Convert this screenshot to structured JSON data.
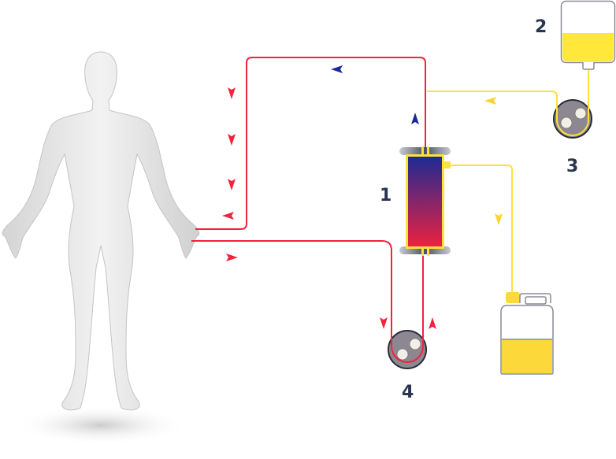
{
  "labels": {
    "filter": "1",
    "replacement_bag": "2",
    "replacement_pump": "3",
    "blood_pump": "4"
  },
  "colors": {
    "blood_line": "#f0243c",
    "return_arrow": "#1a2a9a",
    "fluid_line": "#ffe03a",
    "filter_top": "#1c2a94",
    "filter_bottom": "#ee213f",
    "pump_body": "#8d8792",
    "label": "#2a3450"
  },
  "fluid_levels": {
    "replacement_bag_fill": 0.5,
    "effluent_jug_fill": 0.48
  }
}
